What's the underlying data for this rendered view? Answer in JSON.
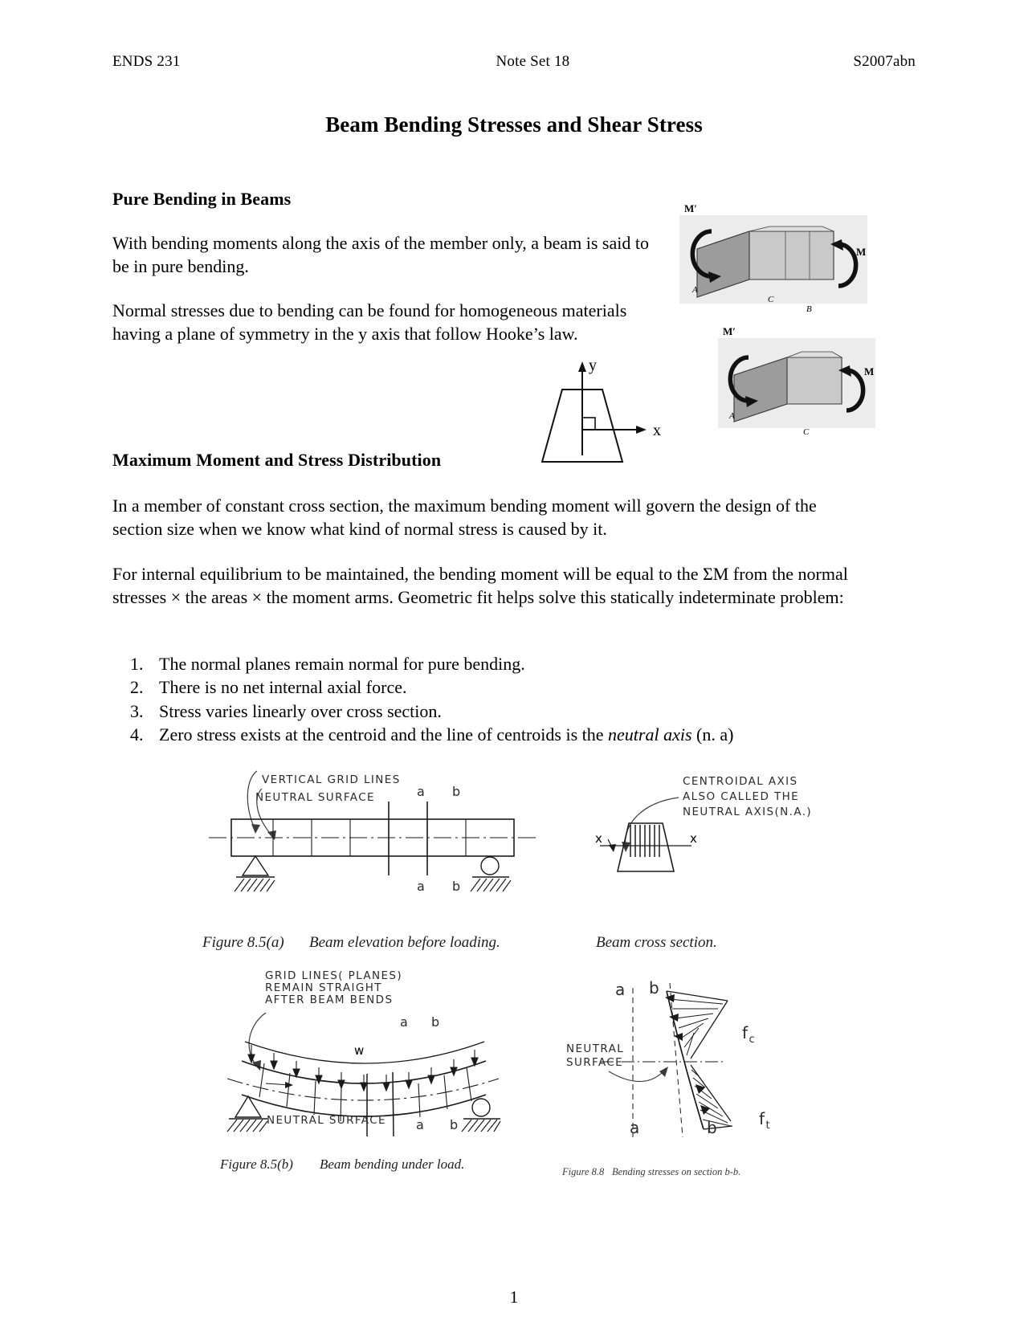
{
  "header": {
    "course": "ENDS 231",
    "note_set": "Note Set 18",
    "term": "S2007abn"
  },
  "title": "Beam Bending Stresses and Shear Stress",
  "sections": [
    {
      "heading": "Pure Bending in Beams",
      "paragraphs": [
        "With bending moments along the axis of the member only, a beam is said to be in pure bending.",
        "Normal stresses due to bending can be found for homogeneous materials having a plane of symmetry in the y axis that follow Hooke’s law."
      ]
    },
    {
      "heading": "Maximum Moment and Stress Distribution",
      "paragraphs": [
        "In a member of constant cross section, the maximum bending moment will govern the design of the section size when we know what kind of normal stress is caused by it.",
        "For internal equilibrium to be maintained, the bending moment will be equal to the ΣM from the normal stresses × the areas × the moment arms.  Geometric fit helps solve this statically indeterminate problem:"
      ]
    }
  ],
  "facts": [
    "The normal planes remain normal for pure bending.",
    "There is no net internal axial force.",
    "Stress varies linearly over cross section.",
    "Zero stress exists at the centroid and the line of centroids is the "
  ],
  "fact4_italic": "neutral axis",
  "fact4_tail": " (n. a)",
  "axis_diagram": {
    "y_label": "y",
    "x_label": "x"
  },
  "block_figures": {
    "top": {
      "m_prime": "M′",
      "m": "M",
      "a": "A",
      "b": "B",
      "c": "C"
    },
    "bottom": {
      "m_prime": "M′",
      "m": "M",
      "a": "A",
      "c": "C"
    }
  },
  "figure_85a": {
    "annotations": [
      "VERTICAL GRID LINES",
      "NEUTRAL SURFACE"
    ],
    "section_labels": [
      "a",
      "b"
    ],
    "section_labels_bottom": [
      "a",
      "b"
    ],
    "caption_number": "Figure 8.5(a)",
    "caption_text": "Beam elevation before loading."
  },
  "figure_cross_section": {
    "annotations": [
      "CENTROIDAL AXIS",
      "ALSO CALLED THE",
      "NEUTRAL AXIS(N.A.)"
    ],
    "axis_labels": [
      "x",
      "x"
    ],
    "caption_text": "Beam cross section."
  },
  "figure_85b": {
    "annotations": [
      "GRID LINES( PLANES)",
      "REMAIN STRAIGHT",
      "AFTER BEAM BENDS",
      "NEUTRAL SURFACE"
    ],
    "load_label": "w",
    "section_labels": [
      "a",
      "b"
    ],
    "section_labels_bottom": [
      "a",
      "b"
    ],
    "caption_number": "Figure 8.5(b)",
    "caption_text": "Beam bending under load."
  },
  "figure_88": {
    "annotations": [
      "NEUTRAL",
      "SURFACE"
    ],
    "top_labels": [
      "a",
      "b"
    ],
    "bottom_labels": [
      "a",
      "b"
    ],
    "stress_labels": [
      "f",
      "c",
      "f",
      "t"
    ],
    "stress_compression": "f",
    "stress_compression_sub": "c",
    "stress_tension": "f",
    "stress_tension_sub": "t",
    "caption_number": "Figure 8.8",
    "caption_text": "Bending stresses on section b-b."
  },
  "page_number": "1"
}
